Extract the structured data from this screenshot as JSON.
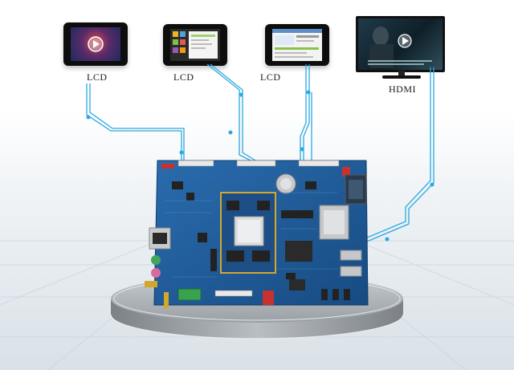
{
  "devices": [
    {
      "id": "lcd-1",
      "label": "LCD"
    },
    {
      "id": "lcd-2",
      "label": "LCD"
    },
    {
      "id": "lcd-3",
      "label": "LCD"
    },
    {
      "id": "hdmi",
      "label": "HDMI"
    }
  ],
  "colors": {
    "wire": "#29a9e1",
    "pcb": "#1f5f9e",
    "pedestal": "#a8adb2"
  }
}
